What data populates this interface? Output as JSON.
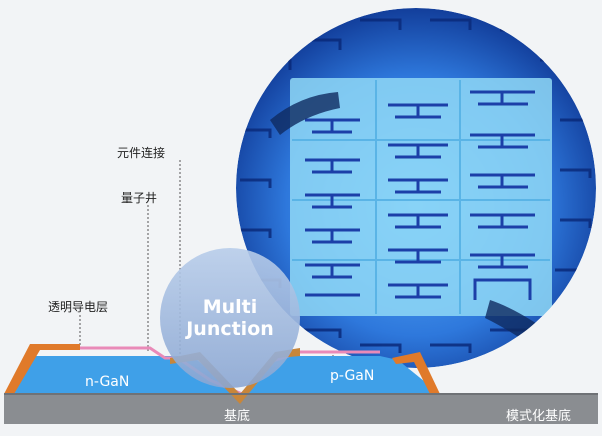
{
  "labels": {
    "component_connection": "元件连接",
    "quantum_well": "量子井",
    "transparent_conductive_layer": "透明导电层",
    "n_gan": "n-GaN",
    "p_gan": "p-GaN",
    "substrate": "基底",
    "template_substrate": "模式化基底"
  },
  "bubble": {
    "line1": "Multi",
    "line2": "Junction"
  },
  "colors": {
    "background": "#f2f4f6",
    "gan_blue": "#3fa0e8",
    "contact_orange": "#e07a2a",
    "pink_layer": "#e98ab8",
    "substrate_gray": "#8a8d91",
    "photo_blue": "#1d64d6",
    "bubble": "#9fb8dc"
  }
}
